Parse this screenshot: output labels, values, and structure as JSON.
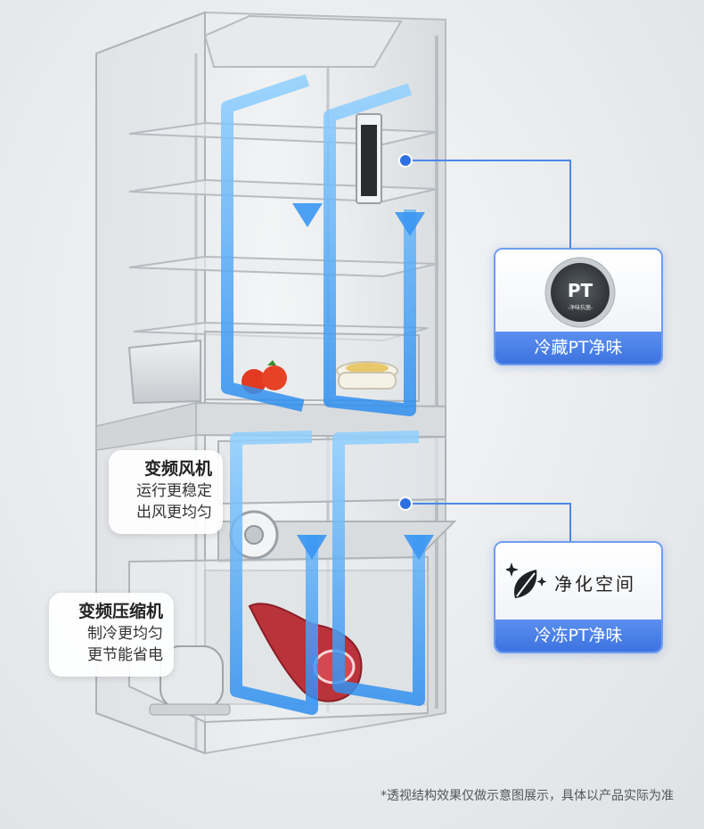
{
  "callouts": {
    "fan": {
      "title": "变频风机",
      "lines": [
        "运行更稳定",
        "出风更均匀"
      ]
    },
    "compressor": {
      "title": "变频压缩机",
      "lines": [
        "制冷更均匀",
        "更节能省电"
      ]
    }
  },
  "cards": {
    "fridge": {
      "label": "冷藏PT净味",
      "badge_text": "PT",
      "badge_subtext": "-净味抗菌-"
    },
    "freezer": {
      "label": "冷冻PT净味",
      "feature_text": "净化空间"
    }
  },
  "disclaimer": "*透视结构效果仅做示意图展示，具体以产品实际为准",
  "colors": {
    "accent": "#3d73e0",
    "airflow": "#4aa8ff"
  }
}
